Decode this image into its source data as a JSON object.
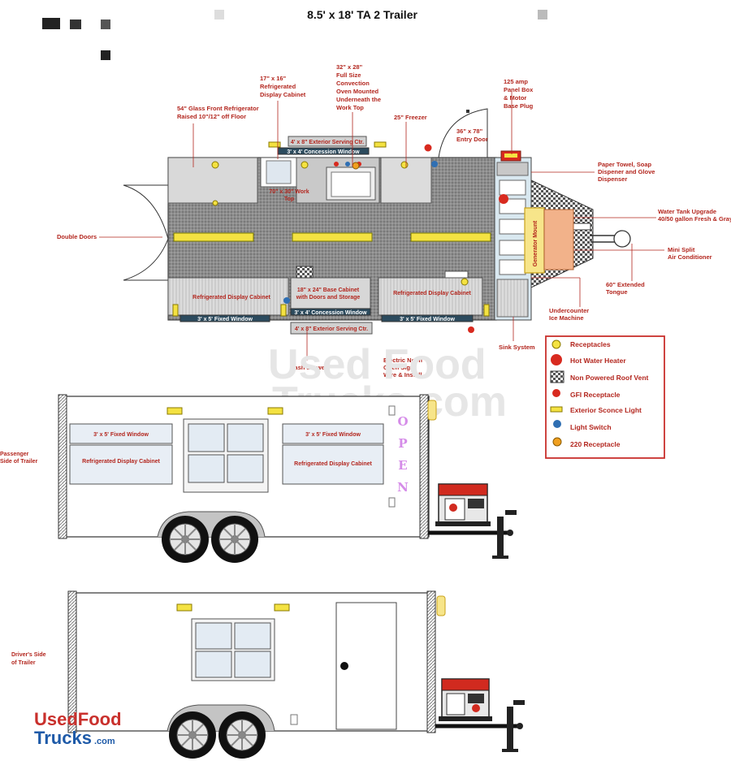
{
  "title": "8.5' x 18' TA 2 Trailer",
  "watermark": [
    "Used Food",
    "Trucks.com"
  ],
  "brand": {
    "part1": "UsedFood",
    "part2": "Trucks",
    "part3": ".com"
  },
  "colors": {
    "label_red": "#b3261e",
    "floor": "#8a8a8a",
    "display_cabinet": "#d7d7d7",
    "open_sign": "#d58ce8",
    "yellow_light": "#f4e242"
  },
  "top_view": {
    "labels": {
      "glass_fridge": [
        "54\" Glass Front Refrigerator",
        "Raised 10\"/12\" off Floor"
      ],
      "refrig_display": [
        "17\" x 16\"",
        "Refrigerated",
        "Display Cabinet"
      ],
      "convection_oven": [
        "32\" x 28\"",
        "Full Size",
        "Convection",
        "Oven Mounted",
        "Underneath the",
        "Work Top"
      ],
      "freezer": "25\" Freezer",
      "panel_box": [
        "125 amp",
        "Panel Box",
        "& Motor",
        "Base Plug"
      ],
      "entry_door": [
        "36\" x 78\"",
        "Entry Door"
      ],
      "paper_towel": [
        "Paper Towel, Soap",
        "Dispener and Glove",
        "Dispenser"
      ],
      "water_tank": [
        "Water Tank Upgrade",
        "40/50 gallon Fresh & Gray"
      ],
      "mini_split": [
        "Mini Split",
        "Air Conditioner"
      ],
      "tongue": [
        "60\" Extended",
        "Tongue"
      ],
      "ice_machine": [
        "Undercounter",
        "Ice Machine"
      ],
      "sink_system": "Sink System",
      "double_doors": "Double Doors",
      "cash_drawer": "Cash Drawer",
      "neon_sign": [
        "Electric Neon",
        "Open Sign",
        "Wire & Install"
      ],
      "exterior_serving_top": "4' x 8\" Exterior Serving Ctr.",
      "concession_window_top": "3' x 4' Concession Window",
      "work_top": [
        "70\" x 30\" Work",
        "Top"
      ],
      "base_cabinet": [
        "18\" x 24\" Base Cabinet",
        "with Doors and Storage"
      ],
      "refrig_cabinet_left": "Refrigerated Display Cabinet",
      "refrig_cabinet_right": "Refrigerated Display Cabinet",
      "fixed_window_left": "3' x 5' Fixed Window",
      "fixed_window_right": "3' x 5' Fixed Window",
      "concession_window_bottom": "3' x 4' Concession Window",
      "exterior_serving_bottom": "4' x 8\" Exterior Serving Ctr.",
      "generator_mount": "Generator Mount"
    }
  },
  "legend": [
    {
      "icon": "receptacle",
      "label": "Receptacles"
    },
    {
      "icon": "hot-water-heater",
      "label": "Hot Water Heater"
    },
    {
      "icon": "roof-vent",
      "label": "Non Powered Roof Vent"
    },
    {
      "icon": "gfi-receptacle",
      "label": "GFI Receptacle"
    },
    {
      "icon": "sconce-light",
      "label": "Exterior Sconce Light"
    },
    {
      "icon": "light-switch",
      "label": "Light Switch"
    },
    {
      "icon": "220-receptacle",
      "label": "220 Receptacle"
    }
  ],
  "passenger_side": {
    "label": [
      "Passenger",
      "Side of Trailer"
    ],
    "fixed_window_left": "3' x 5' Fixed Window",
    "fixed_window_right": "3' x 5' Fixed Window",
    "cabinet_left": "Refrigerated Display Cabinet",
    "cabinet_right": "Refrigerated Display Cabinet",
    "open_letters": [
      "O",
      "P",
      "E",
      "N"
    ]
  },
  "driver_side": {
    "label": [
      "Driver's Side",
      "of Trailer"
    ]
  }
}
